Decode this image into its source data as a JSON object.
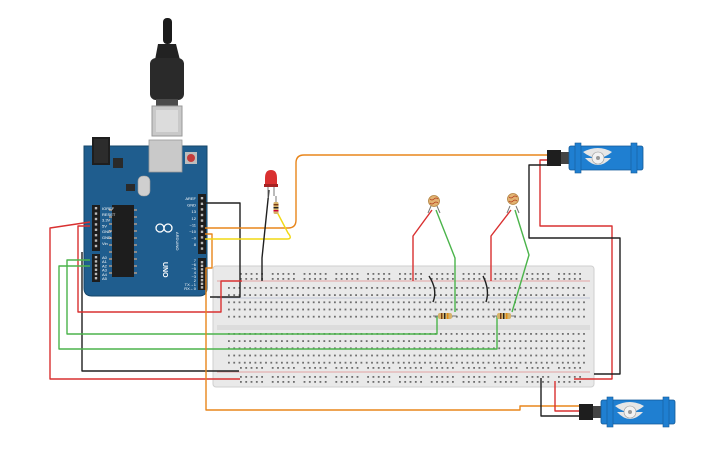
{
  "board": {
    "brand": "ARDUINO",
    "model": "UNO",
    "header_top_labels": [
      "AREF",
      "GND",
      "13",
      "12",
      "~11",
      "~10",
      "~9",
      "8"
    ],
    "header_bottom_labels": [
      "7",
      "~6",
      "~5",
      "4",
      "~3",
      "2",
      "TX→1",
      "RX←0"
    ],
    "power_labels": [
      "IOREF",
      "RESET",
      "3.3V",
      "5V",
      "GND",
      "GND",
      "Vin"
    ],
    "analog_labels": [
      "A0",
      "A1",
      "A2",
      "A3",
      "A4",
      "A5"
    ],
    "power_header_title": "POWER",
    "analog_header_title": "ANALOG IN"
  },
  "colors": {
    "board": "#1f5d8e",
    "breadboard": "#e9e9e9",
    "servo": "#1f7fd1",
    "wire_red": "#d93030",
    "wire_black": "#202020",
    "wire_orange": "#e8851b",
    "wire_yellow": "#f1d814",
    "wire_green": "#4bb44b",
    "led": "#d93030"
  }
}
